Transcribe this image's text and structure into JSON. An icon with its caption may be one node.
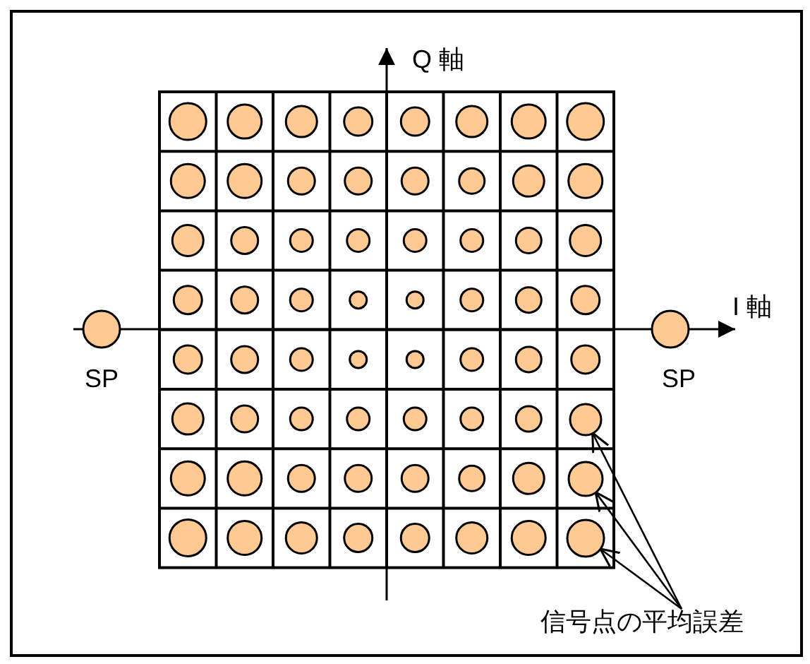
{
  "diagram": {
    "nodes": [
      {
        "text": [
          "信号点の平均誤差"
        ]
      },
      {
        "text": [],
        "shape": "circle"
      },
      {
        "text": [],
        "shape": "circle"
      },
      {
        "text": [],
        "shape": "circle"
      },
      {
        "text": [],
        "shape": "circle",
        "beside": [
          "SP"
        ]
      },
      {
        "text": [],
        "shape": "circle",
        "beside": [
          "SP"
        ]
      }
    ],
    "edges": [
      {
        "from": 0,
        "to": 1,
        "arrow": "to"
      },
      {
        "from": 0,
        "to": 2,
        "arrow": "to"
      },
      {
        "from": 0,
        "to": 3,
        "arrow": "to"
      }
    ],
    "labels": [
      "Q 軸",
      "I 軸"
    ]
  }
}
